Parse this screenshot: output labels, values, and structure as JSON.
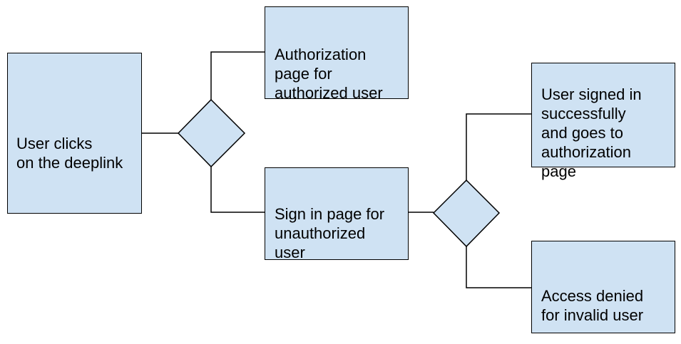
{
  "diagram": {
    "colors": {
      "node_fill": "#cfe2f3",
      "node_stroke": "#000000",
      "edge": "#000000"
    },
    "nodes": {
      "start": {
        "label": "User clicks\non the deeplink"
      },
      "authorized_page": {
        "label": "Authorization\npage for\nauthorized user"
      },
      "sign_in_page": {
        "label": "Sign in page for\nunauthorized\nuser"
      },
      "signed_in": {
        "label": "User signed in\nsuccessfully\nand goes to\nauthorization\npage"
      },
      "access_denied": {
        "label": "Access denied\nfor invalid user"
      }
    },
    "decisions": [
      "decision-1",
      "decision-2"
    ]
  }
}
